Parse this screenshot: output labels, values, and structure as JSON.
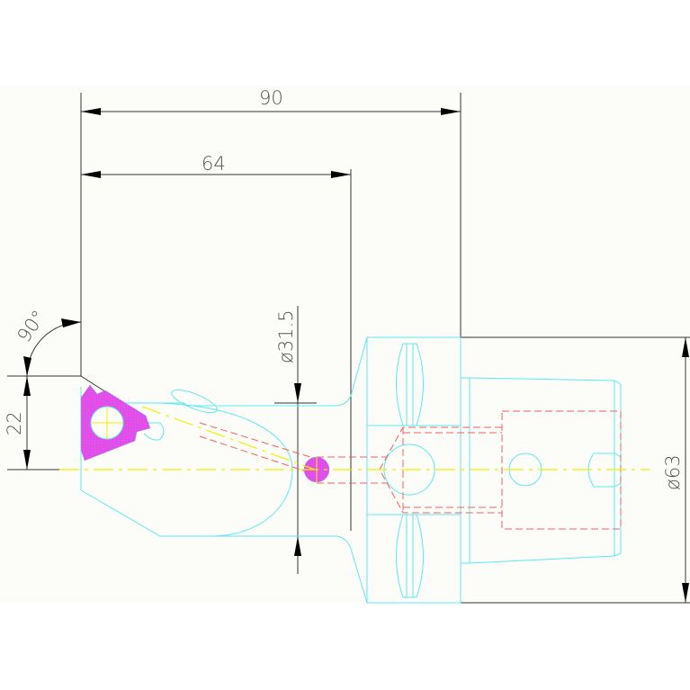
{
  "drawing": {
    "dimensions": {
      "overall_length": "90",
      "body_length": "64",
      "angle": "90°",
      "height": "22",
      "small_diameter": "ø31.5",
      "large_diameter": "ø63"
    },
    "colors": {
      "background": "#fcfdf8",
      "outline": "#5ee8f2",
      "hidden": "#f26060",
      "centerline": "#f0f000",
      "hatch": "#e040e0",
      "dimension": "#333333"
    }
  }
}
